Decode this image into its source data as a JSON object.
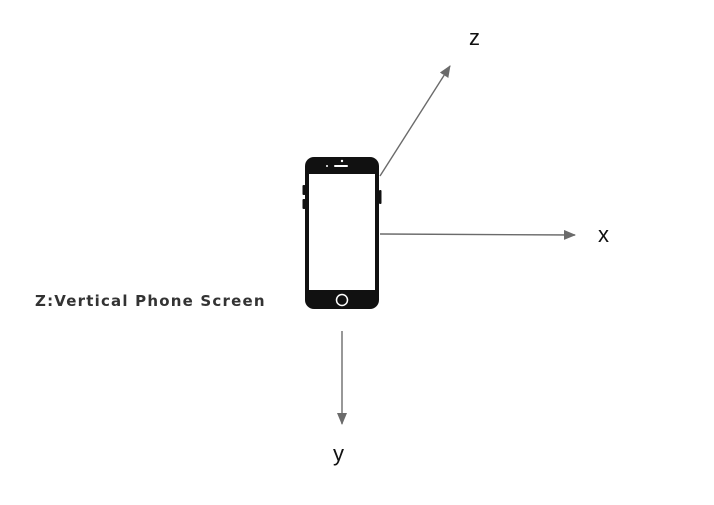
{
  "labels": {
    "z_axis": "z",
    "x_axis": "x",
    "y_axis": "y",
    "caption": "Z:Vertical Phone Screen"
  },
  "colors": {
    "axis": "#6b6b6b",
    "phone_body": "#111111",
    "phone_screen": "#ffffff",
    "text": "#111111",
    "caption_text": "#333333"
  },
  "icons": {
    "phone": "smartphone-icon"
  }
}
